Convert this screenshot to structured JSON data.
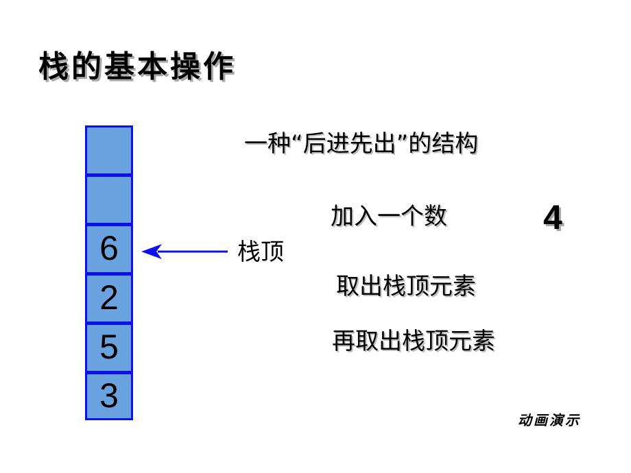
{
  "title": "栈的基本操作",
  "stack": {
    "cells": [
      "",
      "",
      "6",
      "2",
      "5",
      "3"
    ],
    "fill_color": "#6aa2e0",
    "border_color": "#0b11e8"
  },
  "arrow_color": "#0b11e8",
  "top_label": "栈顶",
  "description": "一种“后进先出”的结构",
  "operations": {
    "push_label": "加入一个数",
    "push_value": "4",
    "pop_label": "取出栈顶元素",
    "pop_again_label": "再取出栈顶元素"
  },
  "animation_button": "动画演示"
}
